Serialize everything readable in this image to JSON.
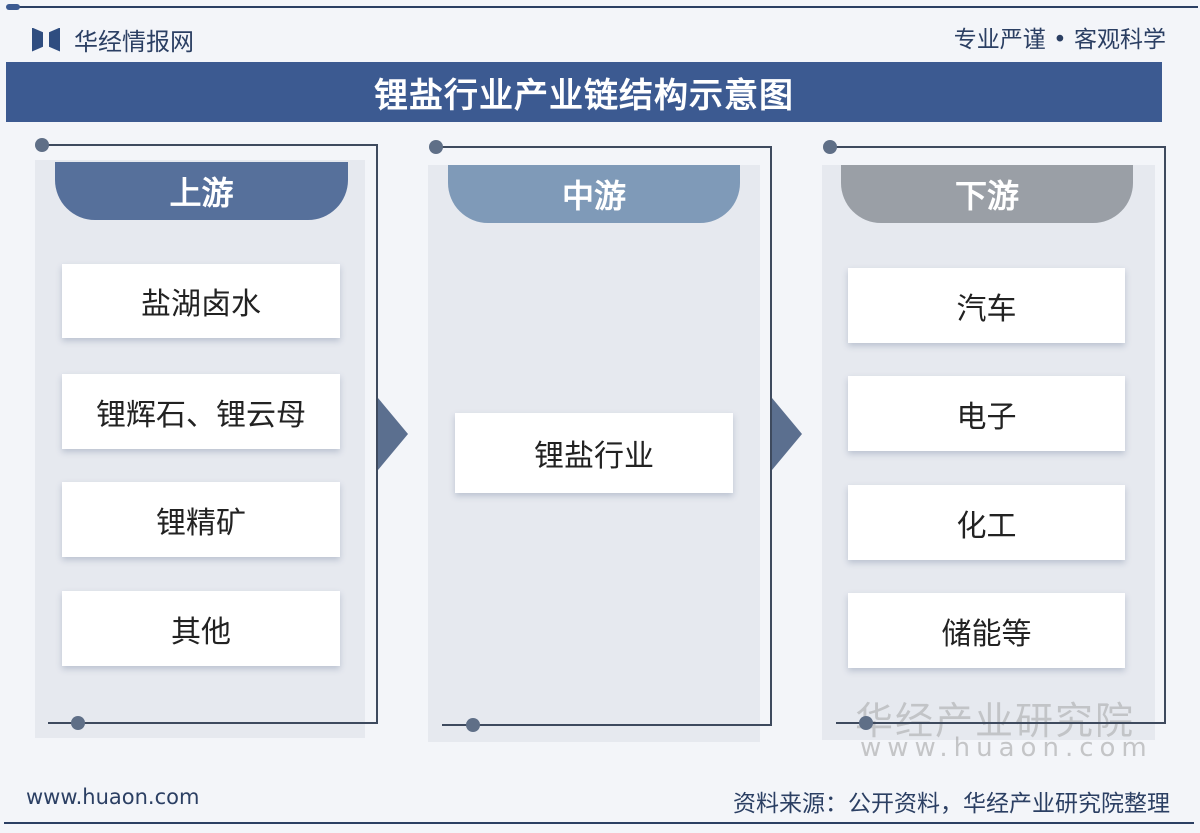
{
  "header": {
    "brand": "华经情报网",
    "slogan": "专业严谨 • 客观科学",
    "title": "锂盐行业产业链结构示意图"
  },
  "upstream": {
    "label": "上游",
    "items": [
      "盐湖卤水",
      "锂辉石、锂云母",
      "锂精矿",
      "其他"
    ]
  },
  "midstream": {
    "label": "中游",
    "items": [
      "锂盐行业"
    ]
  },
  "downstream": {
    "label": "下游",
    "items": [
      "汽车",
      "电子",
      "化工",
      "储能等"
    ]
  },
  "watermark": {
    "name": "华经产业研究院",
    "url": "www.huaon.com"
  },
  "footer": {
    "url": "www.huaon.com",
    "source": "资料来源：公开资料，华经产业研究院整理"
  },
  "colors": {
    "primary": "#3c5a91",
    "upstream_tab": "#56709b",
    "midstream_tab": "#7f9ab8",
    "downstream_tab": "#9a9fa6"
  }
}
